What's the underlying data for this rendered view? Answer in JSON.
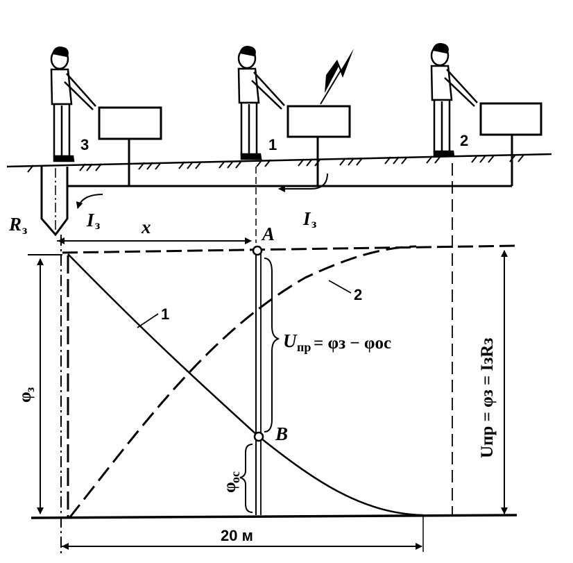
{
  "labels": {
    "person1": "1",
    "person2": "2",
    "person3": "3",
    "curve1": "1",
    "curve2": "2",
    "rz_main": "R",
    "rz_sub": "з",
    "iz_left_main": "I",
    "iz_left_sub": "з",
    "iz_right_main": "I",
    "iz_right_sub": "з",
    "x": "x",
    "point_a": "A",
    "point_b": "B",
    "distance": "20 м",
    "phi_z_main": "φ",
    "phi_z_sub": "з",
    "phi_os_main": "φ",
    "phi_os_sub": "ос",
    "upr_main": "U",
    "upr_sub": "пр",
    "upr_rest": " = φз − φос",
    "right_formula": "Uпр = φз = IзRз"
  },
  "colors": {
    "ink": "#000000",
    "paper": "#ffffff"
  }
}
